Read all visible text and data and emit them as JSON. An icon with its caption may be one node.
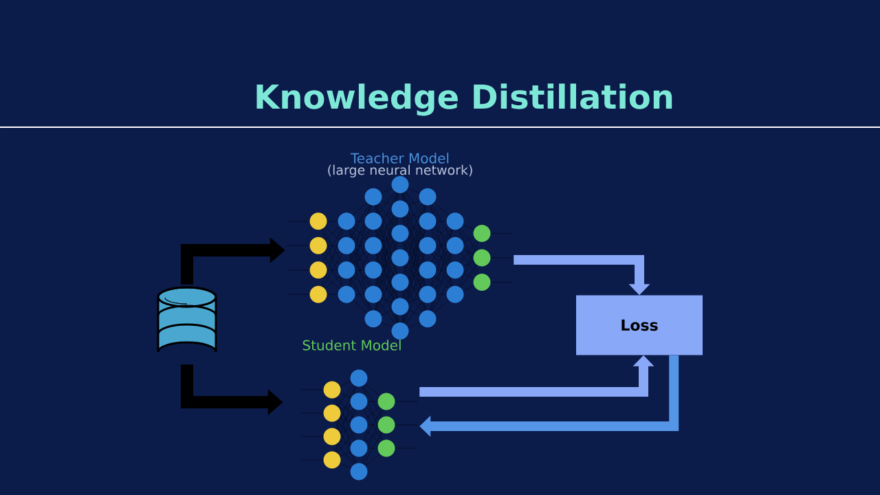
{
  "diagram": {
    "title": "Knowledge Distillation",
    "nodes": [
      {
        "text": [],
        "shape": "cylinder"
      },
      {
        "text": [
          "Teacher Model",
          "(large neural network)"
        ]
      },
      {
        "text": [
          "Student Model"
        ]
      },
      {
        "text": [
          "Loss"
        ]
      }
    ],
    "edges": [
      {
        "from": 0,
        "to": 1,
        "arrow": "to",
        "color": "#000000"
      },
      {
        "from": 0,
        "to": 2,
        "arrow": "to",
        "color": "#000000"
      },
      {
        "from": 1,
        "to": 3,
        "arrow": "to",
        "color": "#8aa8f8"
      },
      {
        "from": 2,
        "to": 3,
        "arrow": "to",
        "color": "#8aa8f8"
      },
      {
        "from": 3,
        "to": 2,
        "arrow": "to",
        "color": "#5595e8"
      }
    ]
  }
}
